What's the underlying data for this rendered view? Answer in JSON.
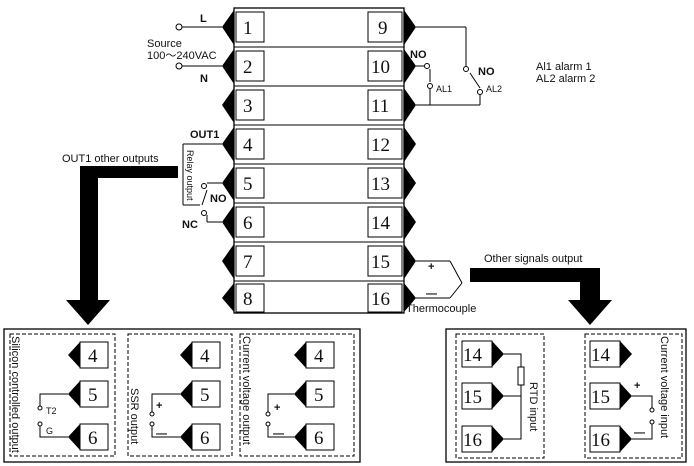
{
  "power": {
    "l_label": "L",
    "n_label": "N",
    "source_label": "Source",
    "voltage_label": "100～240VAC"
  },
  "left_terminals": [
    "1",
    "2",
    "3",
    "4",
    "5",
    "6",
    "7",
    "8"
  ],
  "right_terminals": [
    "9",
    "10",
    "11",
    "12",
    "13",
    "14",
    "15",
    "16"
  ],
  "out1": {
    "label": "OUT1",
    "relay_label": "Relay output",
    "no_label": "NO",
    "nc_label": "NC",
    "other_outputs_label": "OUT1 other outputs"
  },
  "alarms": {
    "no1_label": "NO",
    "no2_label": "NO",
    "al1_label": "AL1",
    "al2_label": "AL2",
    "legend_1": "Al1 alarm 1",
    "legend_2": "AL2 alarm 2"
  },
  "thermocouple": {
    "plus": "+",
    "minus": "—",
    "label": "Thermocouple",
    "other_signals_label": "Other signals output"
  },
  "out1_panels": {
    "terminals": [
      "4",
      "5",
      "6"
    ],
    "scr": {
      "label": "Silicon controlled output",
      "t2": "T2",
      "g": "G"
    },
    "ssr": {
      "label": "SSR output",
      "plus": "+",
      "minus": "—"
    },
    "cv": {
      "label": "Current voltage output",
      "plus": "+",
      "minus": "—"
    }
  },
  "input_panels": {
    "terminals": [
      "14",
      "15",
      "16"
    ],
    "rtd_label": "RTD input",
    "cv_label": "Current voltage input",
    "plus": "+",
    "minus": "—"
  }
}
